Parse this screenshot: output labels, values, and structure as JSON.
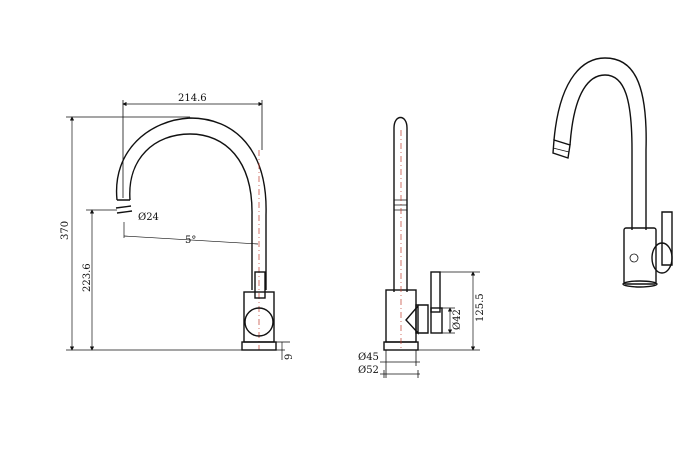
{
  "dimensions": {
    "width_top": "214.6",
    "height_total": "370",
    "spout_height": "223.6",
    "spout_diameter": "Ø24",
    "spout_angle": "5°",
    "base_height": "9",
    "handle_diameter": "Ø42",
    "handle_height": "125.5",
    "body_diameter": "Ø45",
    "base_diameter": "Ø52"
  }
}
